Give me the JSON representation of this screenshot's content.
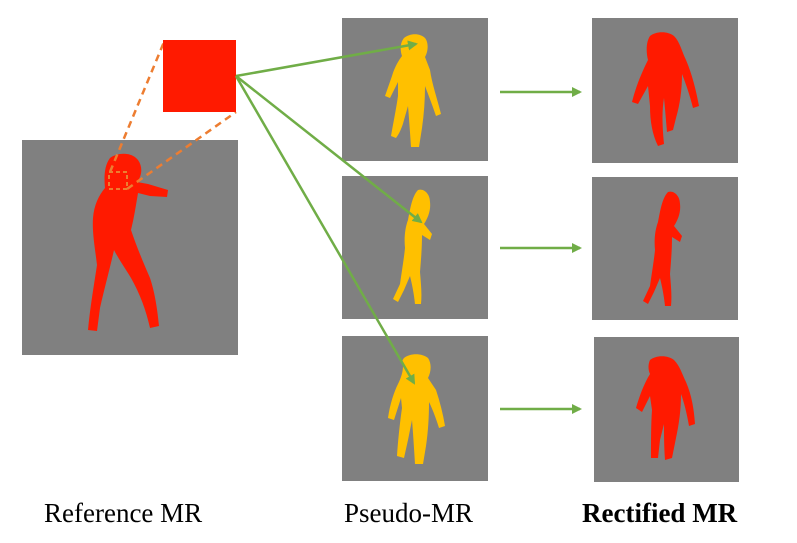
{
  "colors": {
    "panel_bg": "#808080",
    "reference_mask": "#ff1a00",
    "pseudo_mask": "#ffc000",
    "rectified_mask": "#ff1a00",
    "arrow": "#70ad47",
    "zoom_dash": "#ed7d31",
    "zoom_patch": "#ff1a00"
  },
  "columns": {
    "reference": {
      "label": "Reference MR"
    },
    "pseudo": {
      "label": "Pseudo-MR"
    },
    "rectified": {
      "label": "Rectified MR",
      "emphasis": "bold"
    }
  },
  "rows": [
    {
      "pose": "walking-front"
    },
    {
      "pose": "walking-side"
    },
    {
      "pose": "walking-front-wide"
    }
  ]
}
